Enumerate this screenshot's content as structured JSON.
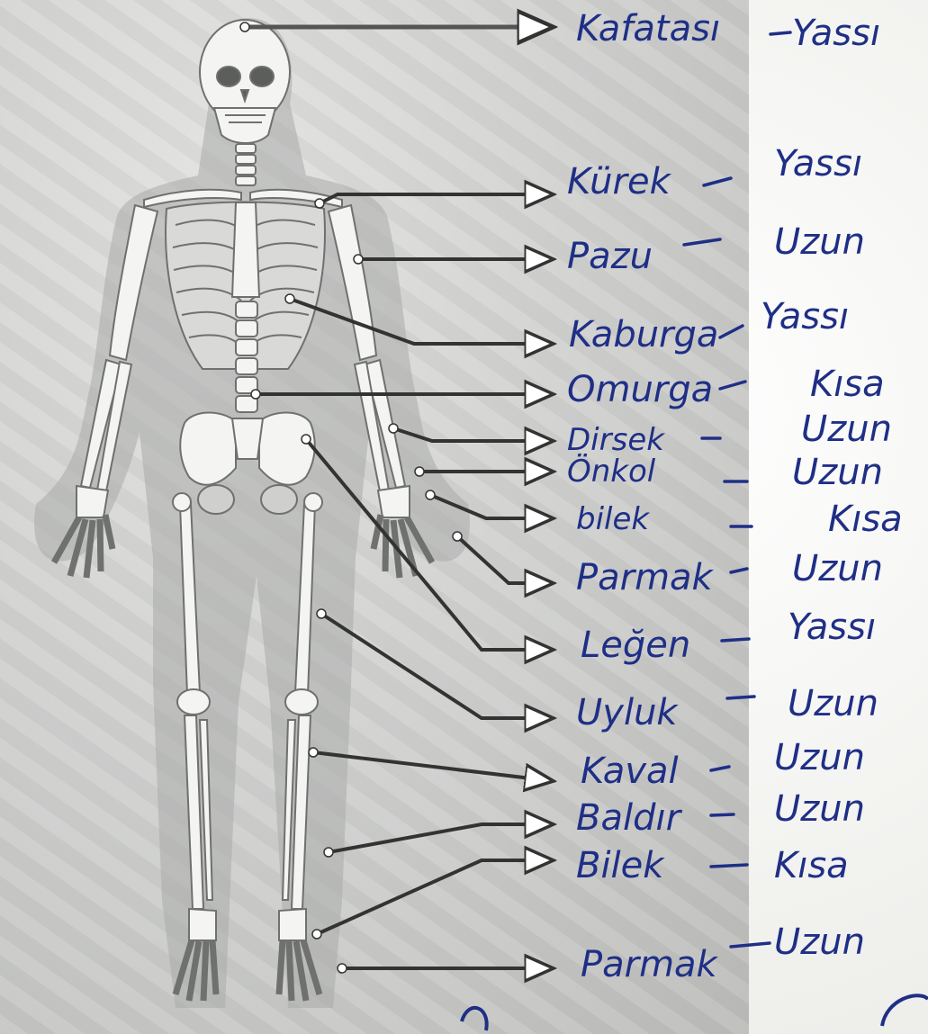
{
  "colors": {
    "ink": "#1f2f86",
    "bone": "#f4f4f2",
    "bone_edge": "#7e807e",
    "leader": "#444"
  },
  "labels": [
    {
      "bone": "Kafatası",
      "type": "Yassı"
    },
    {
      "bone": "Kürek",
      "type": "Yassı"
    },
    {
      "bone": "Pazu",
      "type": "Uzun"
    },
    {
      "bone": "Kaburga",
      "type": "Yassı"
    },
    {
      "bone": "Omurga",
      "type": "Kısa"
    },
    {
      "bone": "Dirsek",
      "type": "Uzun"
    },
    {
      "bone": "Önkol",
      "type": "Uzun"
    },
    {
      "bone": "bilek",
      "type": "Kısa"
    },
    {
      "bone": "Parmak",
      "type": "Uzun"
    },
    {
      "bone": "Leğen",
      "type": "Yassı"
    },
    {
      "bone": "Uyluk",
      "type": "Uzun"
    },
    {
      "bone": "Kaval",
      "type": "Uzun"
    },
    {
      "bone": "Baldır",
      "type": "Uzun"
    },
    {
      "bone": "Bilek",
      "type": "Kısa"
    },
    {
      "bone": "Parmak",
      "type": "Uzun"
    }
  ]
}
